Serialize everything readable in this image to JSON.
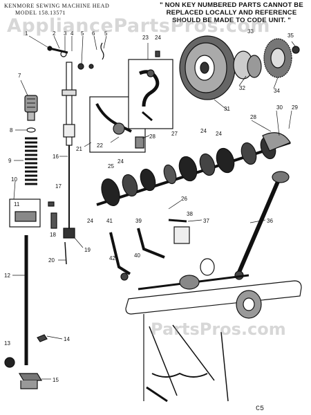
{
  "header": {
    "title_line1": "KENMORE SEWING MACHINE HEAD",
    "title_line2": "MODEL 158.13571"
  },
  "note": {
    "text": "\" NON KEY NUMBERED PARTS CANNOT BE REPLACED LOCALLY AND REFERENCE SHOULD BE MADE TO CODE UNIT. \""
  },
  "watermark": {
    "text": "AppliancePartsPros.com",
    "text_short": "PartsPros.com"
  },
  "page_code": "C5",
  "callouts": [
    {
      "id": "c1",
      "label": "1"
    },
    {
      "id": "c2",
      "label": "2"
    },
    {
      "id": "c3",
      "label": "3"
    },
    {
      "id": "c4",
      "label": "4"
    },
    {
      "id": "c5a",
      "label": "5"
    },
    {
      "id": "c6",
      "label": "6"
    },
    {
      "id": "c5b",
      "label": "5"
    },
    {
      "id": "c7",
      "label": "7"
    },
    {
      "id": "c8",
      "label": "8"
    },
    {
      "id": "c9",
      "label": "9"
    },
    {
      "id": "c10",
      "label": "10"
    },
    {
      "id": "c11",
      "label": "11"
    },
    {
      "id": "c12",
      "label": "12"
    },
    {
      "id": "c13",
      "label": "13"
    },
    {
      "id": "c14",
      "label": "14"
    },
    {
      "id": "c15",
      "label": "15"
    },
    {
      "id": "c16",
      "label": "16"
    },
    {
      "id": "c17",
      "label": "17"
    },
    {
      "id": "c18",
      "label": "18"
    },
    {
      "id": "c19",
      "label": "19"
    },
    {
      "id": "c20",
      "label": "20"
    },
    {
      "id": "c21",
      "label": "21"
    },
    {
      "id": "c22",
      "label": "22"
    },
    {
      "id": "c23",
      "label": "23"
    },
    {
      "id": "c24a",
      "label": "24"
    },
    {
      "id": "c24b",
      "label": "24"
    },
    {
      "id": "c24c",
      "label": "24"
    },
    {
      "id": "c24d",
      "label": "24"
    },
    {
      "id": "c25",
      "label": "25"
    },
    {
      "id": "c26",
      "label": "26"
    },
    {
      "id": "c27",
      "label": "27"
    },
    {
      "id": "c28a",
      "label": "28"
    },
    {
      "id": "c28b",
      "label": "28"
    },
    {
      "id": "c29",
      "label": "29"
    },
    {
      "id": "c30",
      "label": "30"
    },
    {
      "id": "c31",
      "label": "31"
    },
    {
      "id": "c32",
      "label": "32"
    },
    {
      "id": "c33",
      "label": "33"
    },
    {
      "id": "c34",
      "label": "34"
    },
    {
      "id": "c35",
      "label": "35"
    },
    {
      "id": "c36",
      "label": "36"
    },
    {
      "id": "c37",
      "label": "37"
    },
    {
      "id": "c38",
      "label": "38"
    },
    {
      "id": "c39",
      "label": "39"
    },
    {
      "id": "c40",
      "label": "40"
    },
    {
      "id": "c41",
      "label": "41"
    },
    {
      "id": "c42",
      "label": "42"
    },
    {
      "id": "c24e",
      "label": "24"
    }
  ]
}
